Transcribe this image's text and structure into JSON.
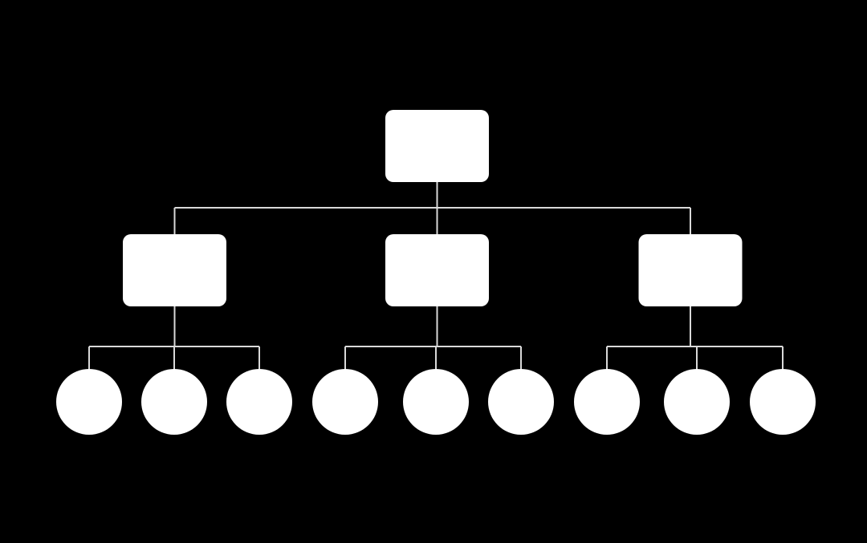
{
  "diagram": {
    "background_color": "#000000",
    "node_color": "#ffffff",
    "connector_color": "#d9d9d9",
    "root": {
      "shape": "rounded-rectangle",
      "children": [
        {
          "shape": "rounded-rectangle",
          "children": [
            {
              "shape": "circle"
            },
            {
              "shape": "circle"
            },
            {
              "shape": "circle"
            }
          ]
        },
        {
          "shape": "rounded-rectangle",
          "children": [
            {
              "shape": "circle"
            },
            {
              "shape": "circle"
            },
            {
              "shape": "circle"
            }
          ]
        },
        {
          "shape": "rounded-rectangle",
          "children": [
            {
              "shape": "circle"
            },
            {
              "shape": "circle"
            },
            {
              "shape": "circle"
            }
          ]
        }
      ]
    }
  }
}
